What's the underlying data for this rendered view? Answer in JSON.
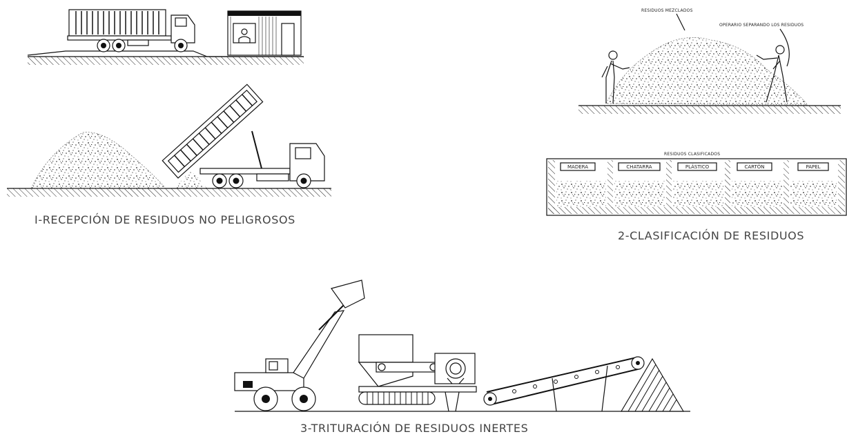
{
  "captions": {
    "reception": "I-RECEPCIÓN DE RESIDUOS NO PELIGROSOS",
    "classification": "2-CLASIFICACIÓN DE RESIDUOS",
    "crushing": "3-TRITURACIÓN DE RESIDUOS INERTES"
  },
  "labels": {
    "mixed_waste": "RESIDUOS MEZCLADOS",
    "operator": "OPERARIO SEPARANDO LOS RESIDUOS",
    "classified_waste": "RESIDUOS CLASIFICADOS"
  },
  "bins": [
    "MADERA",
    "CHATARRA",
    "PLÁSTICO",
    "CARTÓN",
    "PAPEL"
  ]
}
